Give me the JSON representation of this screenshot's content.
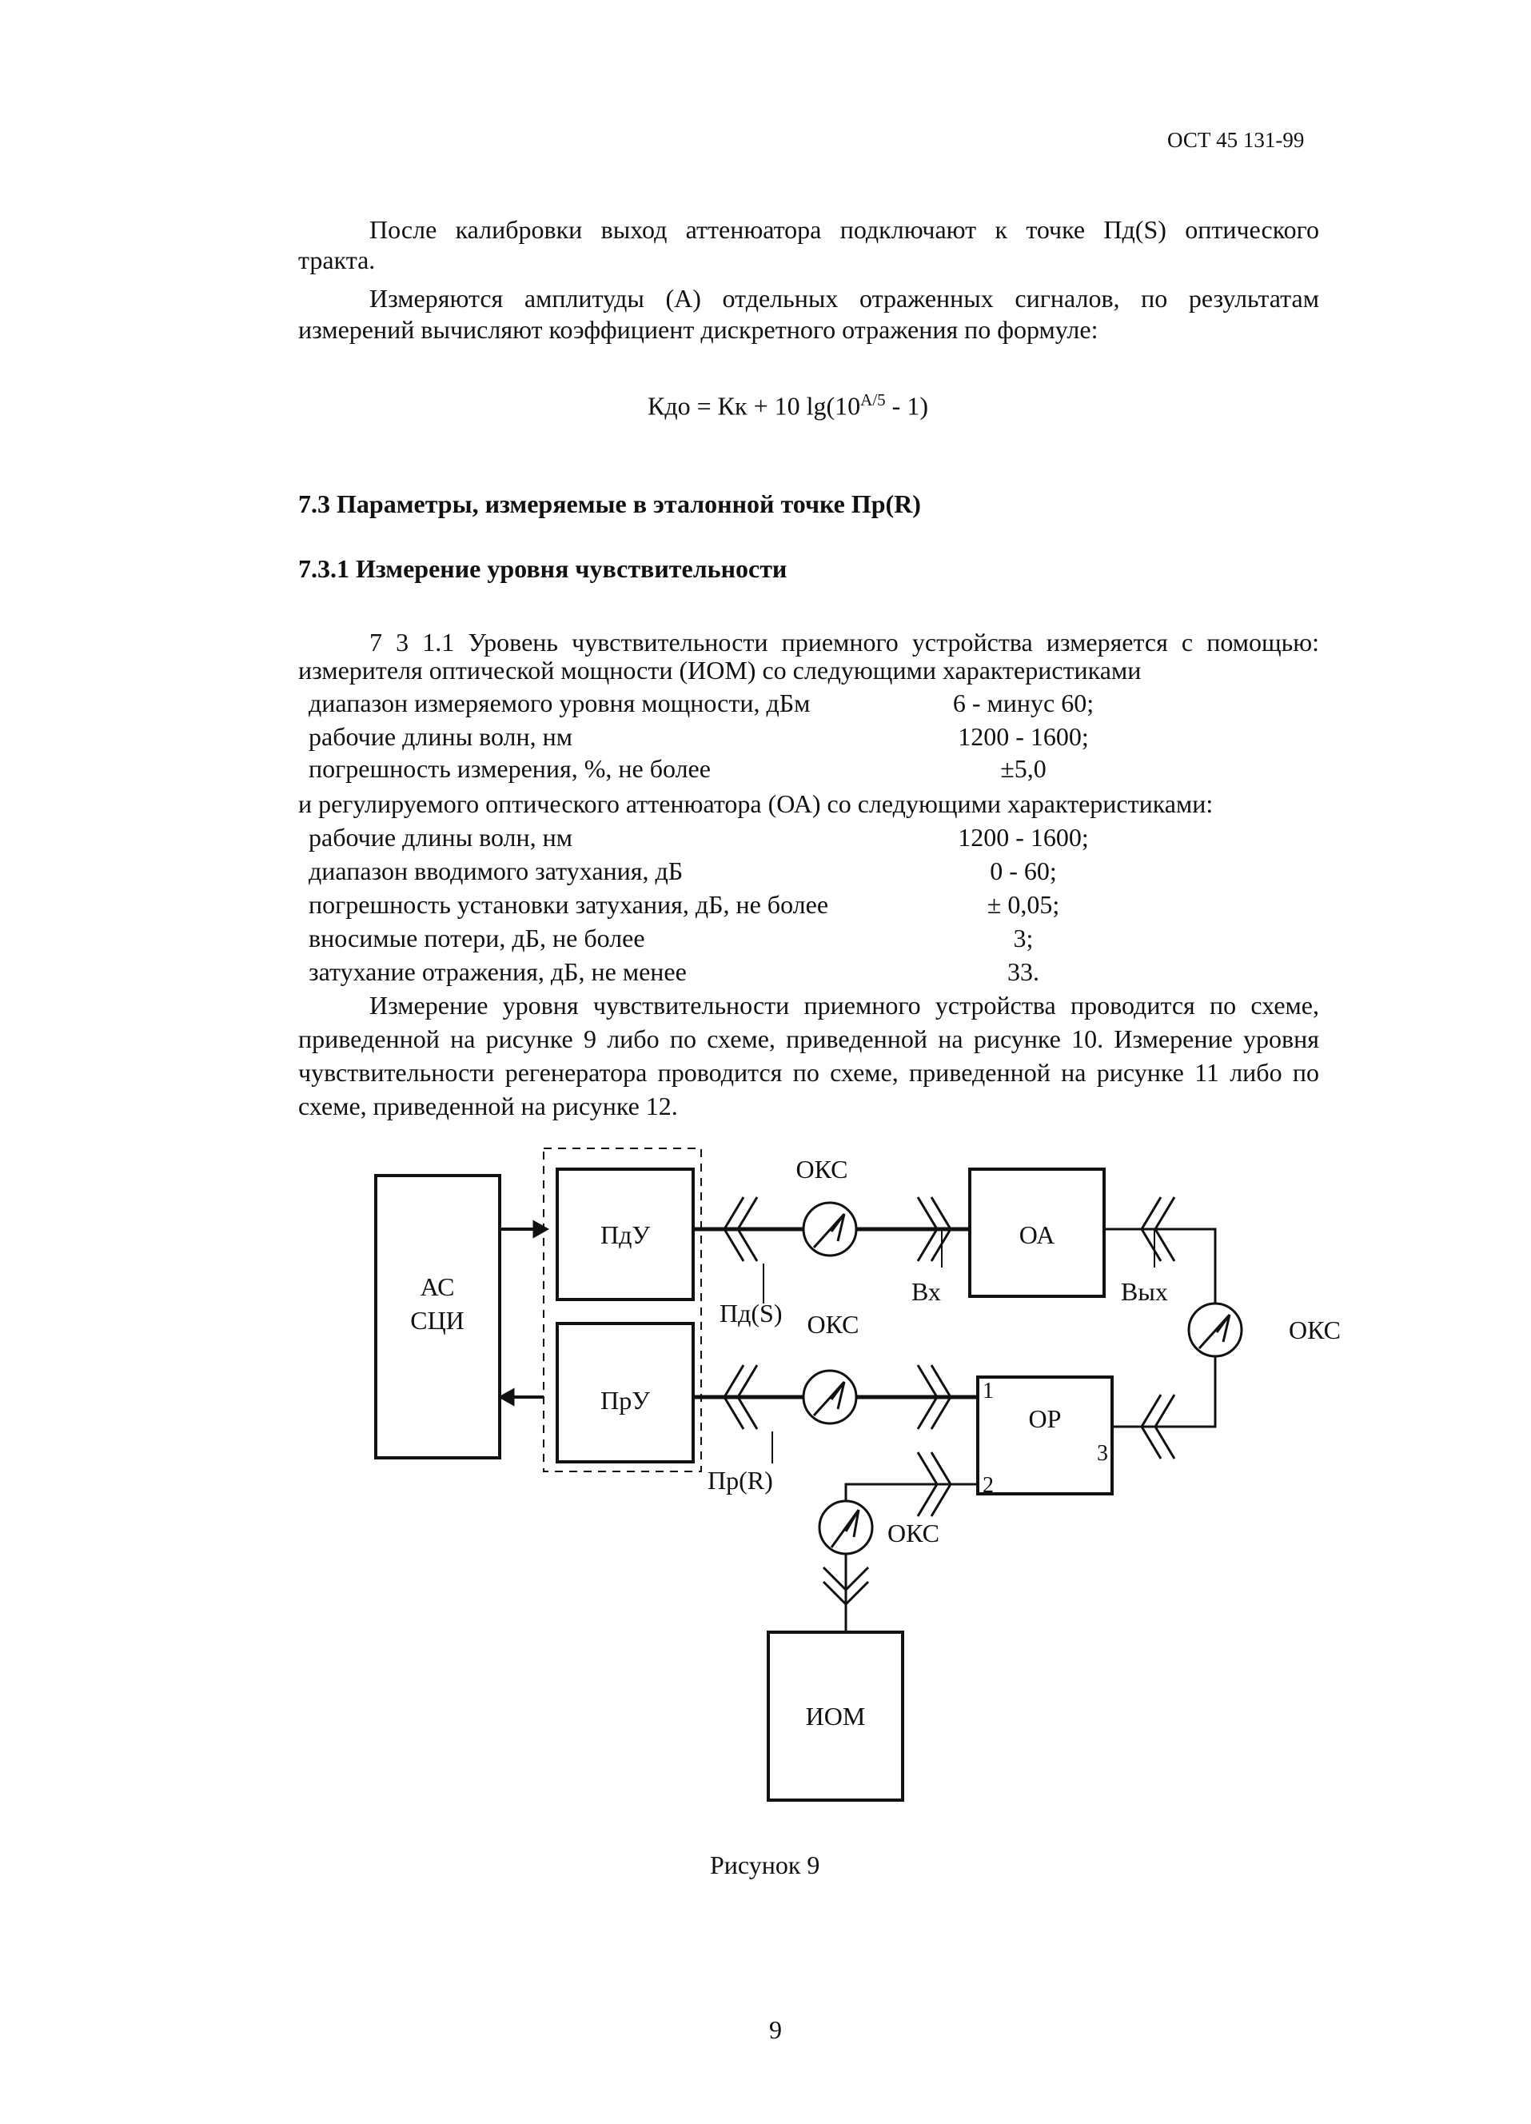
{
  "header": {
    "doc_code": "ОСТ 45 131-99"
  },
  "para1": {
    "line1": "После калибровки выход аттенюатора подключают к точке Пд(S) оптического",
    "line2": "тракта."
  },
  "para2": {
    "line1": "Измеряются амплитуды (А) отдельных отраженных сигналов, по результатам",
    "line2": "измерений вычисляют коэффициент дискретного отражения по формуле:"
  },
  "formula": {
    "left": "Кдо = Кк + 10 lg(10",
    "exponent": "A/5",
    "right": " - 1)"
  },
  "section": {
    "heading": "7.3 Параметры, измеряемые в эталонной точке Пр(R)",
    "subheading": "7.3.1 Измерение уровня чувствительности"
  },
  "para3": {
    "line1": "7 3 1.1 Уровень чувствительности приемного устройства измеряется с помощью:",
    "line2": "измерителя оптической мощности (ИОМ) со следующими характеристиками"
  },
  "iom_specs": [
    {
      "label": "диапазон измеряемого уровня мощности, дБм",
      "value": "6 - минус 60;"
    },
    {
      "label": "рабочие длины волн, нм",
      "value": "1200 - 1600;"
    },
    {
      "label": "погрешность измерения, %, не более",
      "value": "±5,0"
    }
  ],
  "oa_intro": "и регулируемого оптического аттенюатора (ОА) со следующими характеристиками:",
  "oa_specs": [
    {
      "label": "рабочие длины волн, нм",
      "value": "1200 - 1600;"
    },
    {
      "label": "диапазон  вводимого затухания, дБ",
      "value": "0 - 60;"
    },
    {
      "label": "погрешность установки затухания, дБ, не более",
      "value": "± 0,05;"
    },
    {
      "label": "вносимые потери, дБ, не более",
      "value": "3;"
    },
    {
      "label": "затухание отражения, дБ, не менее",
      "value": "33."
    }
  ],
  "para4": {
    "line1": "Измерение уровня чувствительности приемного устройства проводится по схеме,",
    "line2": "приведенной на рисунке 9 либо по схеме, приведенной на рисунке 10. Измерение уровня",
    "line3": "чувствительности регенератора проводится по схеме, приведенной на рисунке 11 либо по",
    "line4": "схеме, приведенной на рисунке 12."
  },
  "diagram": {
    "as_line1": "АС",
    "as_line2": "СЦИ",
    "pdu": "ПдУ",
    "pru": "ПрУ",
    "oa": "ОА",
    "or": "ОР",
    "iom": "ИОМ",
    "oks": "ОКС",
    "pd_s": "Пд(S)",
    "pr_r": "Пр(R)",
    "vx": "Вх",
    "vyx": "Вых",
    "port1": "1",
    "port2": "2",
    "port3": "3"
  },
  "caption": "Рисунок 9",
  "page_number": "9"
}
